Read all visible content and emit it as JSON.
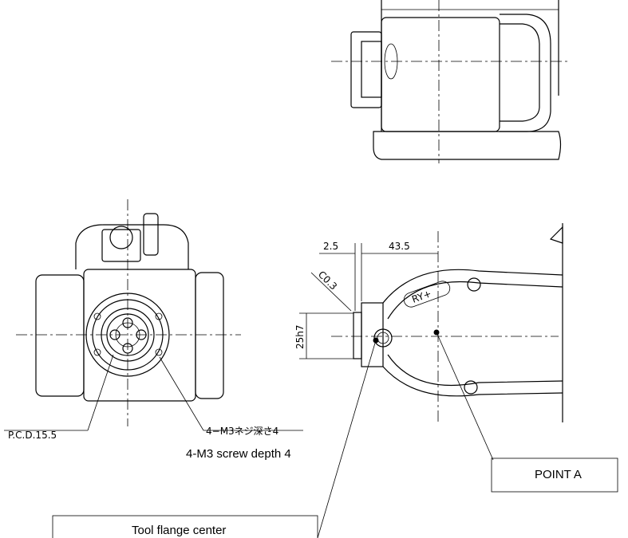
{
  "dimensions": {
    "offset": "2.5",
    "distance_to_point_a": "43.5",
    "chamfer": "C0.3",
    "flange_fit": "25h7",
    "pcd": "P.C.D.15.5",
    "screw_jp": "4−M3ネジ深さ4"
  },
  "labels": {
    "screw_en": "4-M3 screw depth 4",
    "point_a": "POINT A",
    "tool_flange_center": "Tool flange center",
    "arm_marking": "RY+"
  }
}
